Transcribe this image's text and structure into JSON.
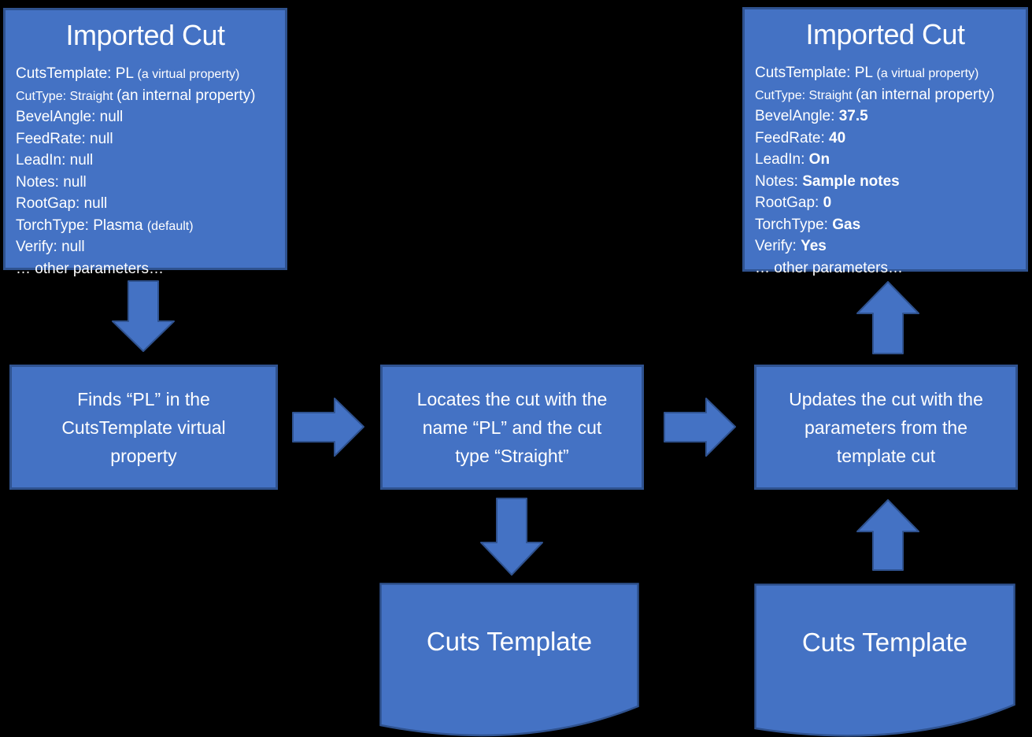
{
  "colors": {
    "background": "#000000",
    "shape_fill": "#4472C4",
    "shape_border": "#2F528F",
    "text": "#FFFFFF"
  },
  "imported_cut_initial": {
    "title": "Imported Cut",
    "lines": [
      [
        {
          "text": "CutsTemplate: PL ",
          "style": "normal"
        },
        {
          "text": "(a virtual property)",
          "style": "small"
        }
      ],
      [
        {
          "text": "CutType: Straight ",
          "style": "small"
        },
        {
          "text": "(an internal property)",
          "style": "normal"
        }
      ],
      [
        {
          "text": "BevelAngle: null",
          "style": "normal"
        }
      ],
      [
        {
          "text": "FeedRate: null",
          "style": "normal"
        }
      ],
      [
        {
          "text": "LeadIn: null",
          "style": "normal"
        }
      ],
      [
        {
          "text": "Notes: null",
          "style": "normal"
        }
      ],
      [
        {
          "text": "RootGap: null",
          "style": "normal"
        }
      ],
      [
        {
          "text": "TorchType: Plasma ",
          "style": "normal"
        },
        {
          "text": "(default)",
          "style": "small"
        }
      ],
      [
        {
          "text": "Verify: null",
          "style": "normal"
        }
      ],
      [
        {
          "text": "… other parameters…",
          "style": "normal"
        }
      ]
    ]
  },
  "imported_cut_updated": {
    "title": "Imported Cut",
    "lines": [
      [
        {
          "text": "CutsTemplate: PL ",
          "style": "normal"
        },
        {
          "text": "(a virtual property)",
          "style": "small"
        }
      ],
      [
        {
          "text": "CutType: Straight ",
          "style": "small"
        },
        {
          "text": "(an internal property)",
          "style": "normal"
        }
      ],
      [
        {
          "text": "BevelAngle: ",
          "style": "normal"
        },
        {
          "text": "37.5",
          "style": "bold"
        }
      ],
      [
        {
          "text": "FeedRate: ",
          "style": "normal"
        },
        {
          "text": "40",
          "style": "bold"
        }
      ],
      [
        {
          "text": "LeadIn: ",
          "style": "normal"
        },
        {
          "text": "On",
          "style": "bold"
        }
      ],
      [
        {
          "text": "Notes: ",
          "style": "normal"
        },
        {
          "text": "Sample notes",
          "style": "bold"
        }
      ],
      [
        {
          "text": "RootGap: ",
          "style": "normal"
        },
        {
          "text": "0",
          "style": "bold"
        }
      ],
      [
        {
          "text": "TorchType: ",
          "style": "normal"
        },
        {
          "text": "Gas",
          "style": "bold"
        }
      ],
      [
        {
          "text": "Verify: ",
          "style": "normal"
        },
        {
          "text": "Yes",
          "style": "bold"
        }
      ],
      [
        {
          "text": "… other parameters…",
          "style": "normal"
        }
      ]
    ]
  },
  "steps": [
    {
      "label_lines": [
        "Finds “PL” in the",
        "CutsTemplate virtual",
        "property"
      ]
    },
    {
      "label_lines": [
        "Locates the cut with the",
        "name “PL” and the cut",
        "type “Straight”"
      ]
    },
    {
      "label_lines": [
        "Updates the cut with the",
        "parameters from the",
        "template cut"
      ]
    }
  ],
  "documents": [
    {
      "label": "Cuts Template"
    },
    {
      "label": "Cuts Template"
    }
  ]
}
